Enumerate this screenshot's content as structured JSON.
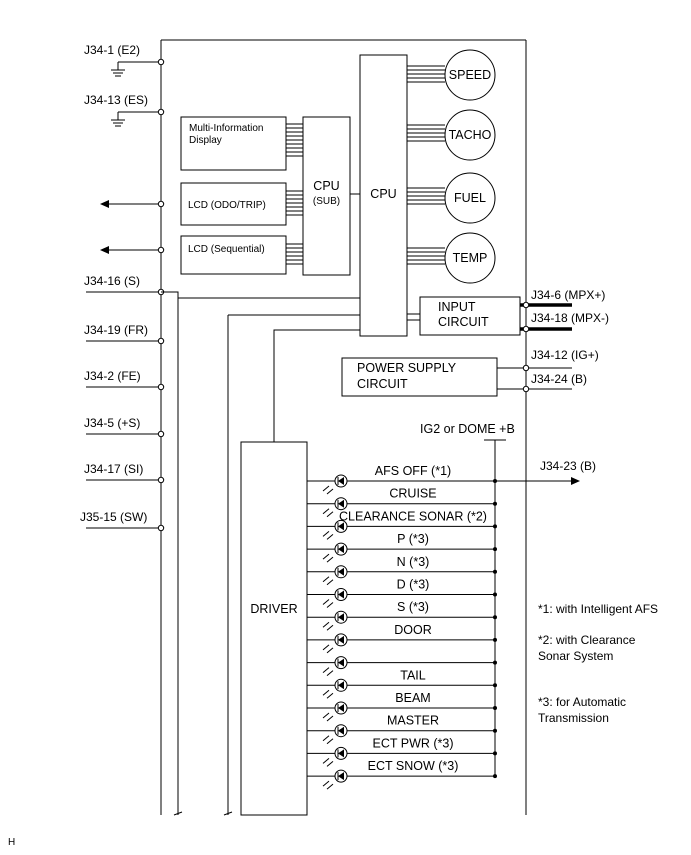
{
  "terminals_left": [
    {
      "label": "J34-1 (E2)"
    },
    {
      "label": "J34-13 (ES)"
    },
    {
      "label": "J34-16 (S)"
    },
    {
      "label": "J34-19 (FR)"
    },
    {
      "label": "J34-2 (FE)"
    },
    {
      "label": "J34-5 (+S)"
    },
    {
      "label": "J34-17 (SI)"
    },
    {
      "label": "J35-15 (SW)"
    }
  ],
  "terminals_right": [
    {
      "label": "J34-6 (MPX+)"
    },
    {
      "label": "J34-18 (MPX-)"
    },
    {
      "label": "J34-12 (IG+)"
    },
    {
      "label": "J34-24 (B)"
    },
    {
      "label": "J34-23 (B)"
    }
  ],
  "blocks": {
    "multi_info_line1": "Multi-Information",
    "multi_info_line2": "Display",
    "lcd_odo": "LCD (ODO/TRIP)",
    "lcd_seq": "LCD (Sequential)",
    "cpu_sub_line1": "CPU",
    "cpu_sub_line2": "(SUB)",
    "cpu_main": "CPU",
    "input_line1": "INPUT",
    "input_line2": "CIRCUIT",
    "power_line1": "POWER SUPPLY",
    "power_line2": "CIRCUIT",
    "driver": "DRIVER"
  },
  "gauges": [
    "SPEED",
    "TACHO",
    "FUEL",
    "TEMP"
  ],
  "supply_label": "IG2 or DOME +B",
  "indicators": [
    "AFS OFF (*1)",
    "CRUISE",
    "CLEARANCE SONAR (*2)",
    "P (*3)",
    "N (*3)",
    "D (*3)",
    "S (*3)",
    "DOOR",
    "",
    "TAIL",
    "BEAM",
    "MASTER",
    "ECT PWR (*3)",
    "ECT SNOW (*3)"
  ],
  "notes": [
    {
      "line1": "*1: with Intelligent AFS",
      "line2": ""
    },
    {
      "line1": "*2: with Clearance",
      "line2": "Sonar System"
    },
    {
      "line1": "*3: for Automatic",
      "line2": "Transmission"
    }
  ],
  "corner_mark": "H"
}
